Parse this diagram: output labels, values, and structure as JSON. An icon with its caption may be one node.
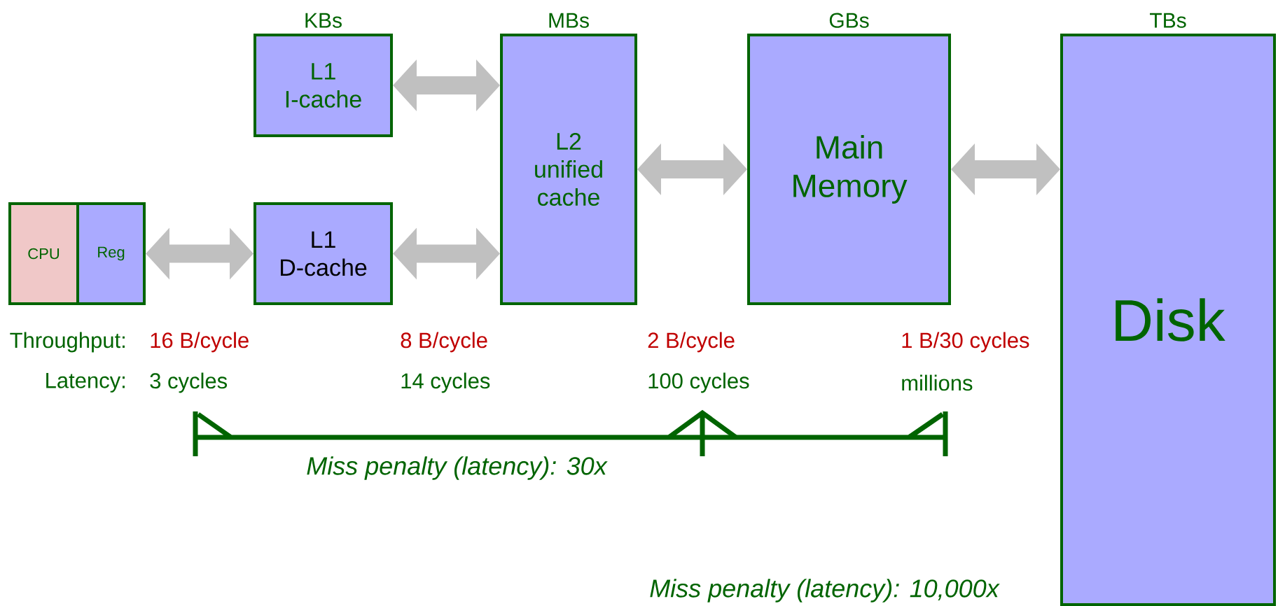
{
  "diagram": {
    "nodes": [
      {
        "text": [
          "CPU"
        ]
      },
      {
        "text": [
          "Reg"
        ]
      },
      {
        "text": [
          "L1 I-cache"
        ],
        "beside": [
          "KBs"
        ]
      },
      {
        "text": [
          "L1 D-cache"
        ]
      },
      {
        "text": [
          "L2 unified cache"
        ],
        "beside": [
          "MBs"
        ]
      },
      {
        "text": [
          "Main Memory"
        ],
        "beside": [
          "GBs"
        ]
      },
      {
        "text": [
          "Disk"
        ],
        "beside": [
          "TBs"
        ]
      }
    ],
    "edges": [
      {
        "from": 1,
        "to": 3,
        "arrow": "both"
      },
      {
        "from": 2,
        "to": 4,
        "arrow": "both"
      },
      {
        "from": 3,
        "to": 4,
        "arrow": "both"
      },
      {
        "from": 4,
        "to": 5,
        "arrow": "both"
      },
      {
        "from": 5,
        "to": 6,
        "arrow": "both"
      }
    ],
    "labels": [
      "Throughput:",
      "16 B/cycle",
      "8 B/cycle",
      "2 B/cycle",
      "1 B/30 cycles",
      "Latency:",
      "3 cycles",
      "14 cycles",
      "100 cycles",
      "millions",
      "Miss penalty (latency): 30x",
      "Miss penalty (latency): 10,000x"
    ]
  }
}
